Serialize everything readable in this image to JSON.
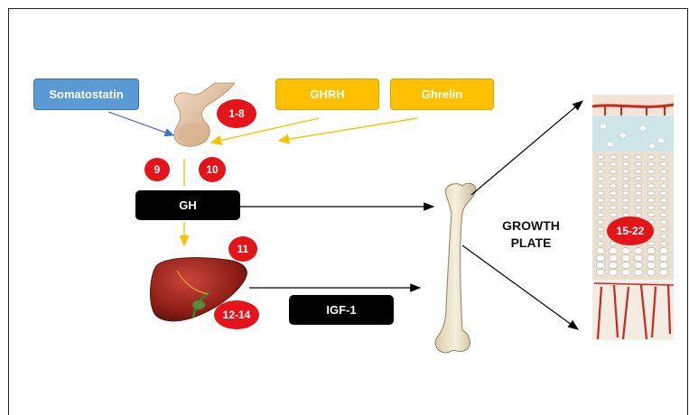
{
  "boxes": {
    "somatostatin": "Somatostatin",
    "ghrh": "GHRH",
    "ghrelin": "Ghrelin",
    "gh": "GH",
    "igf1": "IGF-1"
  },
  "badges": {
    "b1": "1-8",
    "b2": "9",
    "b3": "10",
    "b4": "11",
    "b5": "12-14",
    "b6": "15-22"
  },
  "growth_plate": {
    "line1": "GROWTH",
    "line2": "PLATE"
  },
  "colors": {
    "badge_red": "#e3151a",
    "somatostatin_blue": "#5b9bd5",
    "hormone_gold": "#ffc000",
    "arrow_gold": "#ffc000",
    "arrow_blue": "#4472c4"
  }
}
